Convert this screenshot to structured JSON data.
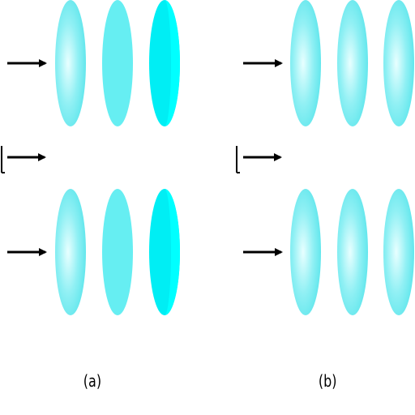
{
  "figure": {
    "panel_labels": [
      "(a)",
      "(b)"
    ],
    "colors": {
      "lens_light_center": "#e6ffff",
      "lens_edge": "#5fe8ee",
      "lens_uniform": "#66eef2",
      "lens_dark_left": "#00eef4",
      "lens_dark_right": "#00ffff",
      "arrow": "#000000"
    },
    "panels": [
      {
        "label": "(a)",
        "rows": [
          {
            "lenses": [
              "gradient",
              "uniform",
              "dark-split"
            ]
          },
          {
            "lenses": [
              "gradient",
              "uniform",
              "dark-split"
            ]
          }
        ]
      },
      {
        "label": "(b)",
        "rows": [
          {
            "lenses": [
              "gradient",
              "gradient",
              "gradient"
            ]
          },
          {
            "lenses": [
              "gradient",
              "gradient",
              "gradient"
            ]
          }
        ]
      }
    ]
  }
}
